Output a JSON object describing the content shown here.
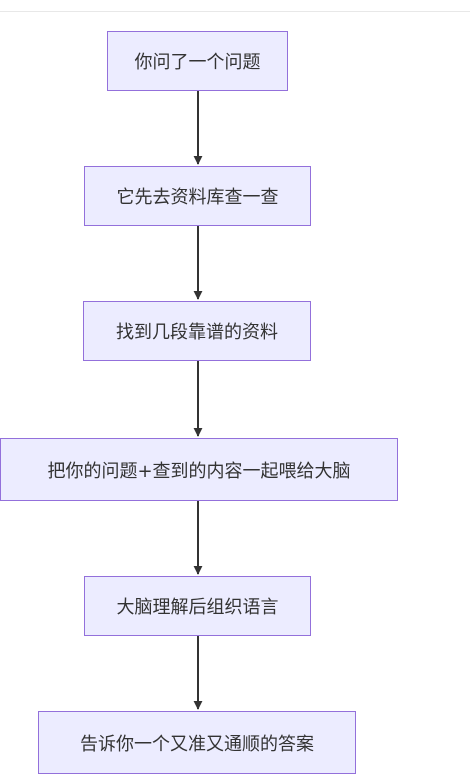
{
  "diagram": {
    "type": "flowchart",
    "direction": "top-down",
    "colors": {
      "node_fill": "#ececff",
      "node_border": "#9370db",
      "edge": "#333333",
      "text": "#333333"
    },
    "nodes": [
      {
        "id": "n1",
        "label": "你问了一个问题"
      },
      {
        "id": "n2",
        "label": "它先去资料库查一查"
      },
      {
        "id": "n3",
        "label": "找到几段靠谱的资料"
      },
      {
        "id": "n4",
        "label": "把你的问题+查到的内容一起喂给大脑"
      },
      {
        "id": "n5",
        "label": "大脑理解后组织语言"
      },
      {
        "id": "n6",
        "label": "告诉你一个又准又通顺的答案"
      }
    ],
    "edges": [
      {
        "from": "n1",
        "to": "n2"
      },
      {
        "from": "n2",
        "to": "n3"
      },
      {
        "from": "n3",
        "to": "n4"
      },
      {
        "from": "n4",
        "to": "n5"
      },
      {
        "from": "n5",
        "to": "n6"
      }
    ]
  }
}
